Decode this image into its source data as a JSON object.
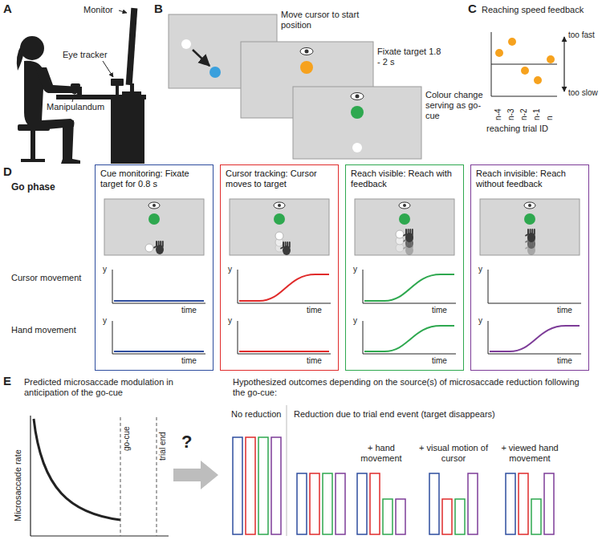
{
  "diagram": {
    "nodes": [
      {
        "text": [
          "Cue monitoring: Fixate target for 0.8 s"
        ]
      },
      {
        "text": [
          "Cursor tracking: Cursor moves to target"
        ]
      },
      {
        "text": [
          "Reach visible: Reach with feedback"
        ]
      },
      {
        "text": [
          "Reach invisible: Reach without feedback"
        ]
      }
    ],
    "labels": [
      "A",
      "Monitor",
      "Eye tracker",
      "Manipulandum",
      "B",
      "Move cursor to start position",
      "Fixate target 1.8 - 2 s",
      "Colour change serving as go-cue",
      "C",
      "Reaching speed feedback",
      "too fast",
      "too slow",
      "n-4",
      "n-3",
      "n-2",
      "n-1",
      "n",
      "reaching trial ID",
      "D",
      "Go phase",
      "Cursor movement",
      "Hand movement",
      "y",
      "time",
      "y",
      "time",
      "y",
      "time",
      "y",
      "time",
      "y",
      "time",
      "y",
      "time",
      "y",
      "time",
      "y",
      "time",
      "E",
      "Predicted microsaccade modulation in anticipation of the go-cue",
      "Microsaccade rate",
      "go-cue",
      "trial end",
      "?",
      "Hypothesized outcomes depending on the source(s) of microsaccade reduction following the go-cue:",
      "No reduction",
      "Reduction due to trial end event (target disappears)",
      "+ hand movement",
      "+ visual motion of cursor",
      "+ viewed hand movement"
    ]
  }
}
